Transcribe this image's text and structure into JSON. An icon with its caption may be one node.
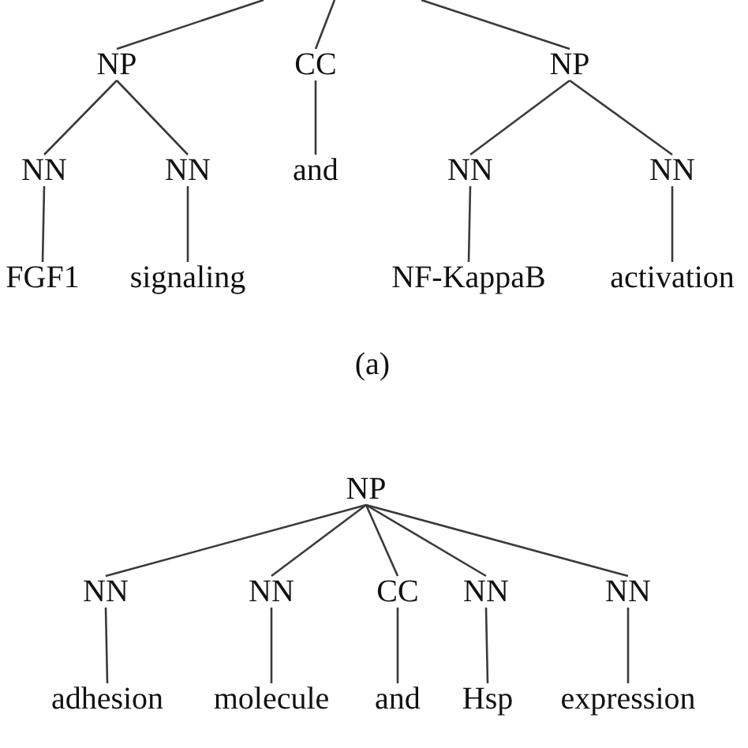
{
  "diagram": {
    "nodes": [
      {
        "text": [
          "NP"
        ]
      },
      {
        "text": [
          "CC"
        ]
      },
      {
        "text": [
          "NP"
        ]
      },
      {
        "text": [
          "NN"
        ]
      },
      {
        "text": [
          "NN"
        ]
      },
      {
        "text": [
          "and"
        ]
      },
      {
        "text": [
          "NN"
        ]
      },
      {
        "text": [
          "NN"
        ]
      },
      {
        "text": [
          "FGF1"
        ]
      },
      {
        "text": [
          "signaling"
        ]
      },
      {
        "text": [
          "NF-KappaB"
        ]
      },
      {
        "text": [
          "activation"
        ]
      },
      {
        "text": [
          "NP"
        ]
      },
      {
        "text": [
          "NN"
        ]
      },
      {
        "text": [
          "NN"
        ]
      },
      {
        "text": [
          "CC"
        ]
      },
      {
        "text": [
          "NN"
        ]
      },
      {
        "text": [
          "NN"
        ]
      },
      {
        "text": [
          "adhesion"
        ]
      },
      {
        "text": [
          "molecule"
        ]
      },
      {
        "text": [
          "and"
        ]
      },
      {
        "text": [
          "Hsp"
        ]
      },
      {
        "text": [
          "expression"
        ]
      }
    ],
    "edges": [
      {
        "from": null,
        "to": 0,
        "arrow": "none"
      },
      {
        "from": null,
        "to": 1,
        "arrow": "none"
      },
      {
        "from": null,
        "to": 2,
        "arrow": "none"
      },
      {
        "from": 0,
        "to": 3,
        "arrow": "none"
      },
      {
        "from": 0,
        "to": 4,
        "arrow": "none"
      },
      {
        "from": 1,
        "to": 5,
        "arrow": "none"
      },
      {
        "from": 2,
        "to": 6,
        "arrow": "none"
      },
      {
        "from": 2,
        "to": 7,
        "arrow": "none"
      },
      {
        "from": 3,
        "to": 8,
        "arrow": "none"
      },
      {
        "from": 4,
        "to": 9,
        "arrow": "none"
      },
      {
        "from": 6,
        "to": 10,
        "arrow": "none"
      },
      {
        "from": 7,
        "to": 11,
        "arrow": "none"
      },
      {
        "from": 12,
        "to": 13,
        "arrow": "none"
      },
      {
        "from": 12,
        "to": 14,
        "arrow": "none"
      },
      {
        "from": 12,
        "to": 15,
        "arrow": "none"
      },
      {
        "from": 12,
        "to": 16,
        "arrow": "none"
      },
      {
        "from": 12,
        "to": 17,
        "arrow": "none"
      },
      {
        "from": 13,
        "to": 18,
        "arrow": "none"
      },
      {
        "from": 14,
        "to": 19,
        "arrow": "none"
      },
      {
        "from": 15,
        "to": 20,
        "arrow": "none"
      },
      {
        "from": 16,
        "to": 21,
        "arrow": "none"
      },
      {
        "from": 17,
        "to": 22,
        "arrow": "none"
      }
    ],
    "labels": [
      "(a)"
    ]
  }
}
